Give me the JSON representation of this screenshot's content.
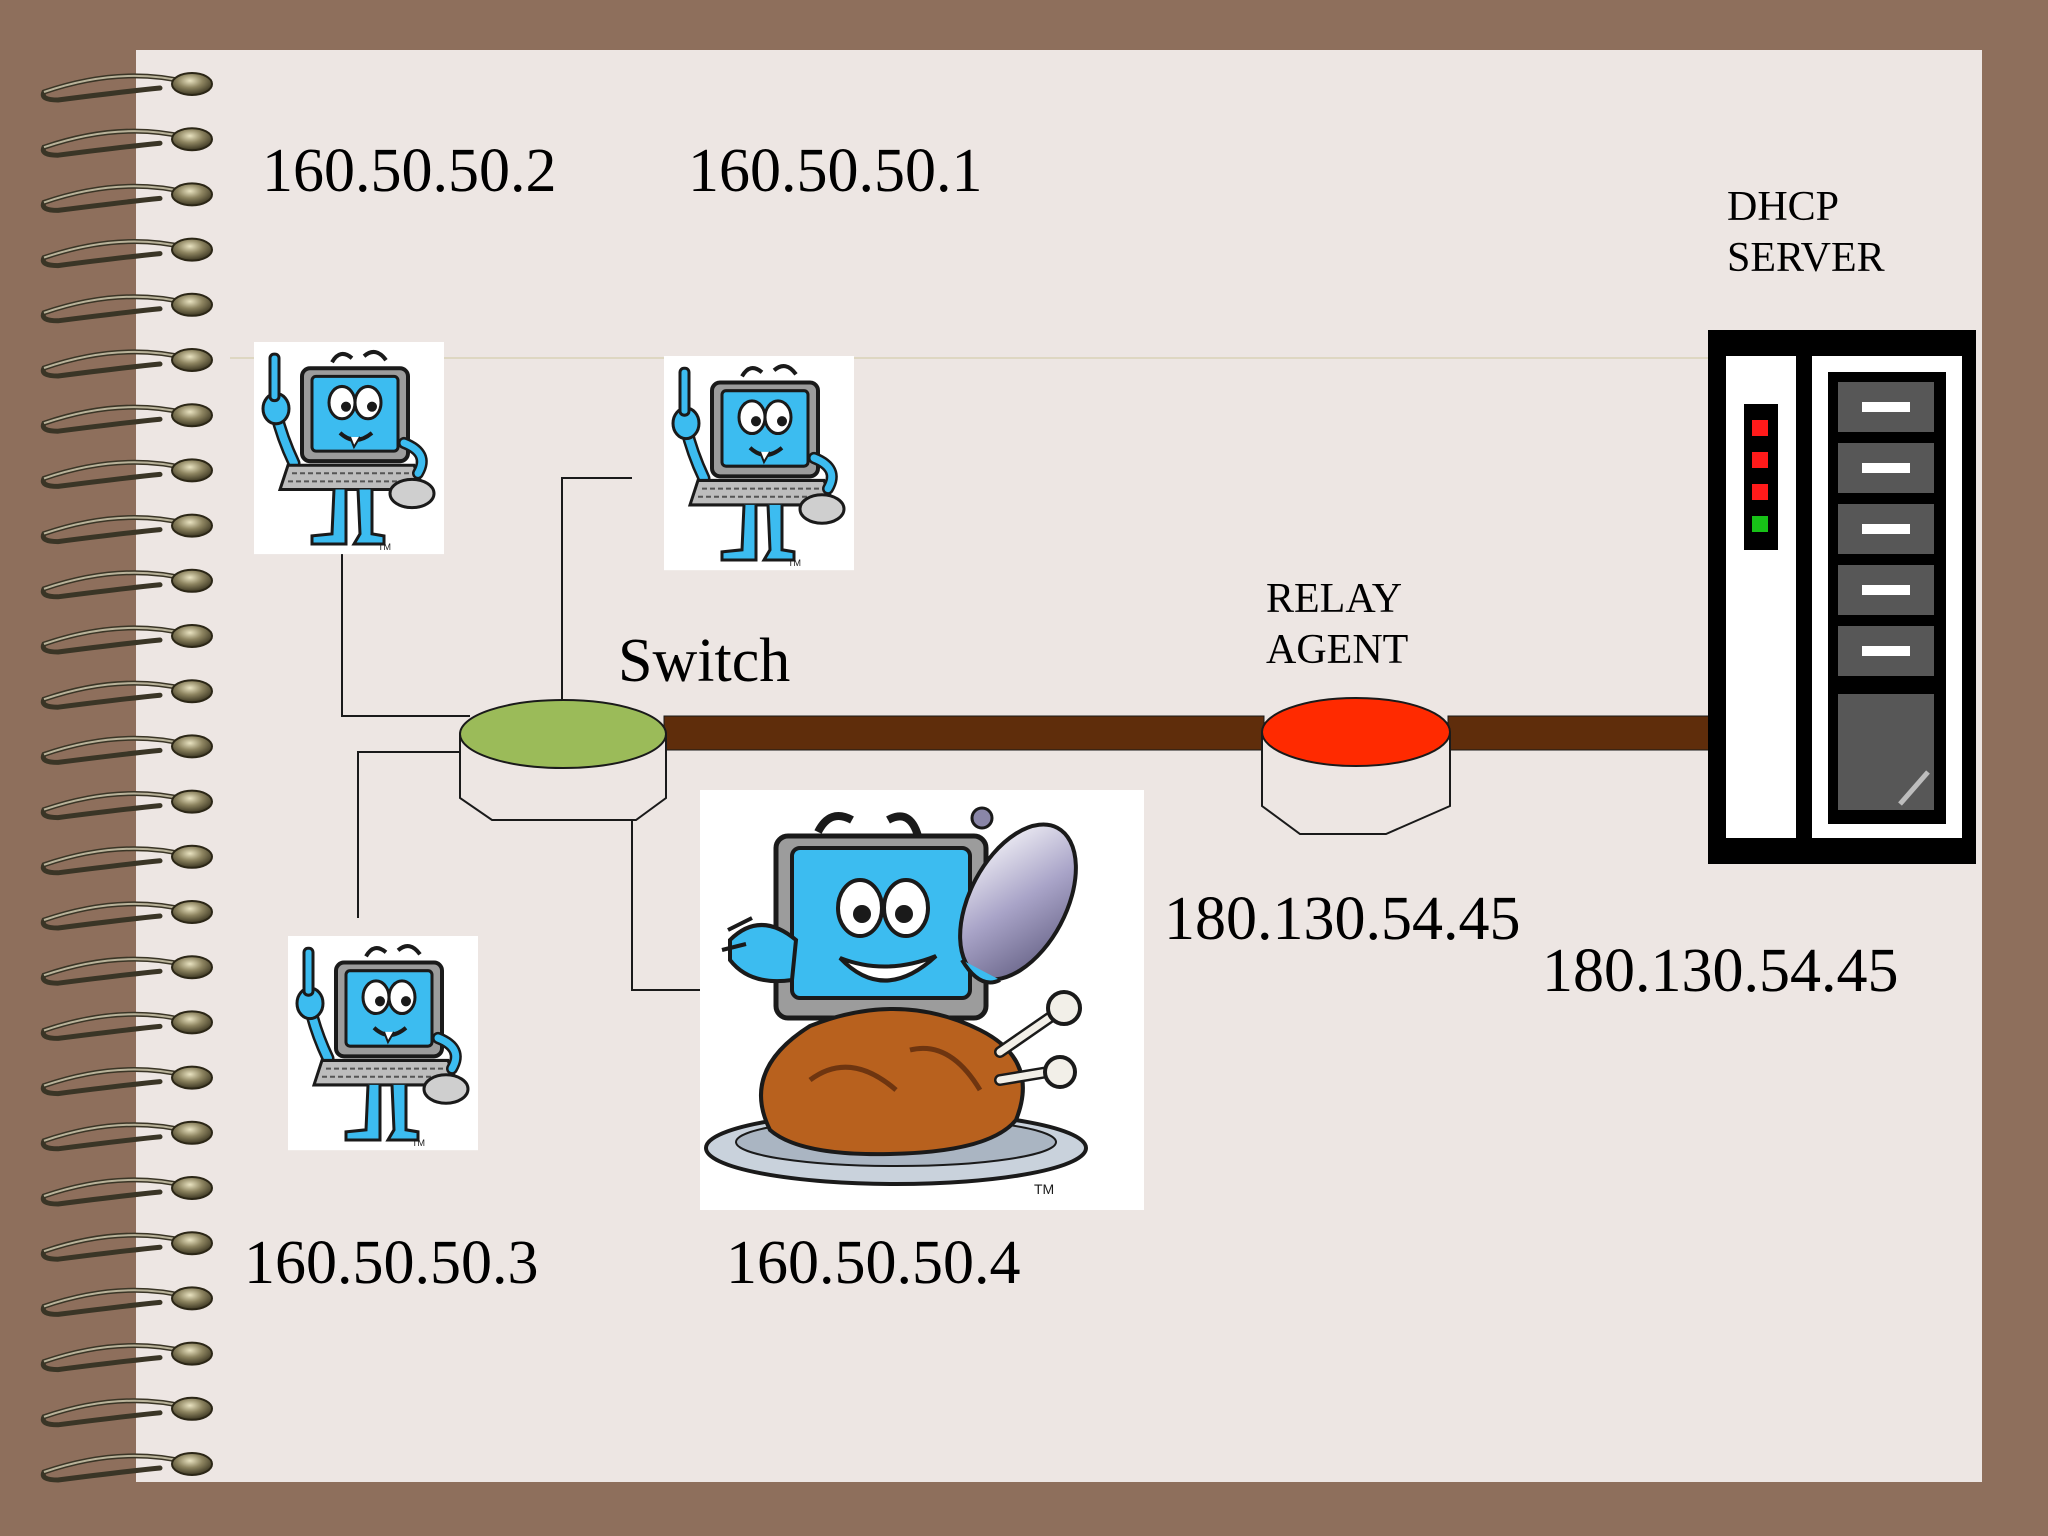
{
  "labels": {
    "ip_pc1": "160.50.50.2",
    "ip_pc2": "160.50.50.1",
    "ip_pc3": "160.50.50.3",
    "ip_pc4": "160.50.50.4",
    "dhcp_server_line1": "DHCP",
    "dhcp_server_line2": "SERVER",
    "relay_agent_line1": "RELAY",
    "relay_agent_line2": "AGENT",
    "relay_ip": "180.130.54.45",
    "server_ip": "180.130.54.45",
    "switch": "Switch"
  },
  "colors": {
    "background_frame": "#8e6f5c",
    "page": "#ede6e3",
    "trunk_line": "#5f2d0b",
    "switch_top": "#9bbb59",
    "relay_top": "#ff2a00",
    "computer_screen": "#3cbcf0",
    "server_body": "#000000",
    "drive_bay": "#575757",
    "led_red": "#ff1a1a",
    "led_green": "#17c117"
  },
  "icons": [
    "pointing-computer-icon",
    "chef-computer-icon",
    "server-tower-icon",
    "spiral-binding"
  ]
}
